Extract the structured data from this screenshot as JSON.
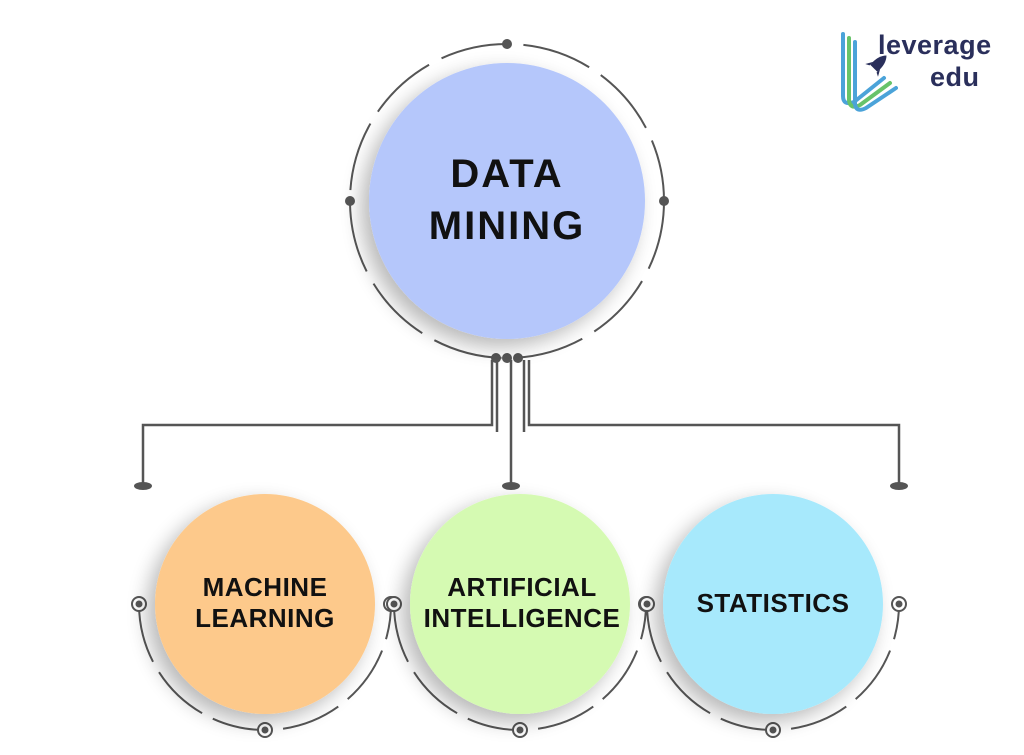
{
  "main_node": {
    "line1": "DATA",
    "line2": "MINING",
    "color": "#b5c7fb"
  },
  "children": [
    {
      "line1": "MACHINE",
      "line2": "LEARNING",
      "color": "#fdc98b"
    },
    {
      "line1": "ARTIFICIAL",
      "line2": "INTELLIGENCE",
      "color": "#d5fab2"
    },
    {
      "line1": "STATISTICS",
      "line2": "",
      "color": "#a7e9fc"
    }
  ],
  "logo": {
    "word1": "leverage",
    "word2": "edu",
    "accent": "#4ba3d9",
    "text_color": "#2a2f5b"
  },
  "connector_color": "#555555"
}
